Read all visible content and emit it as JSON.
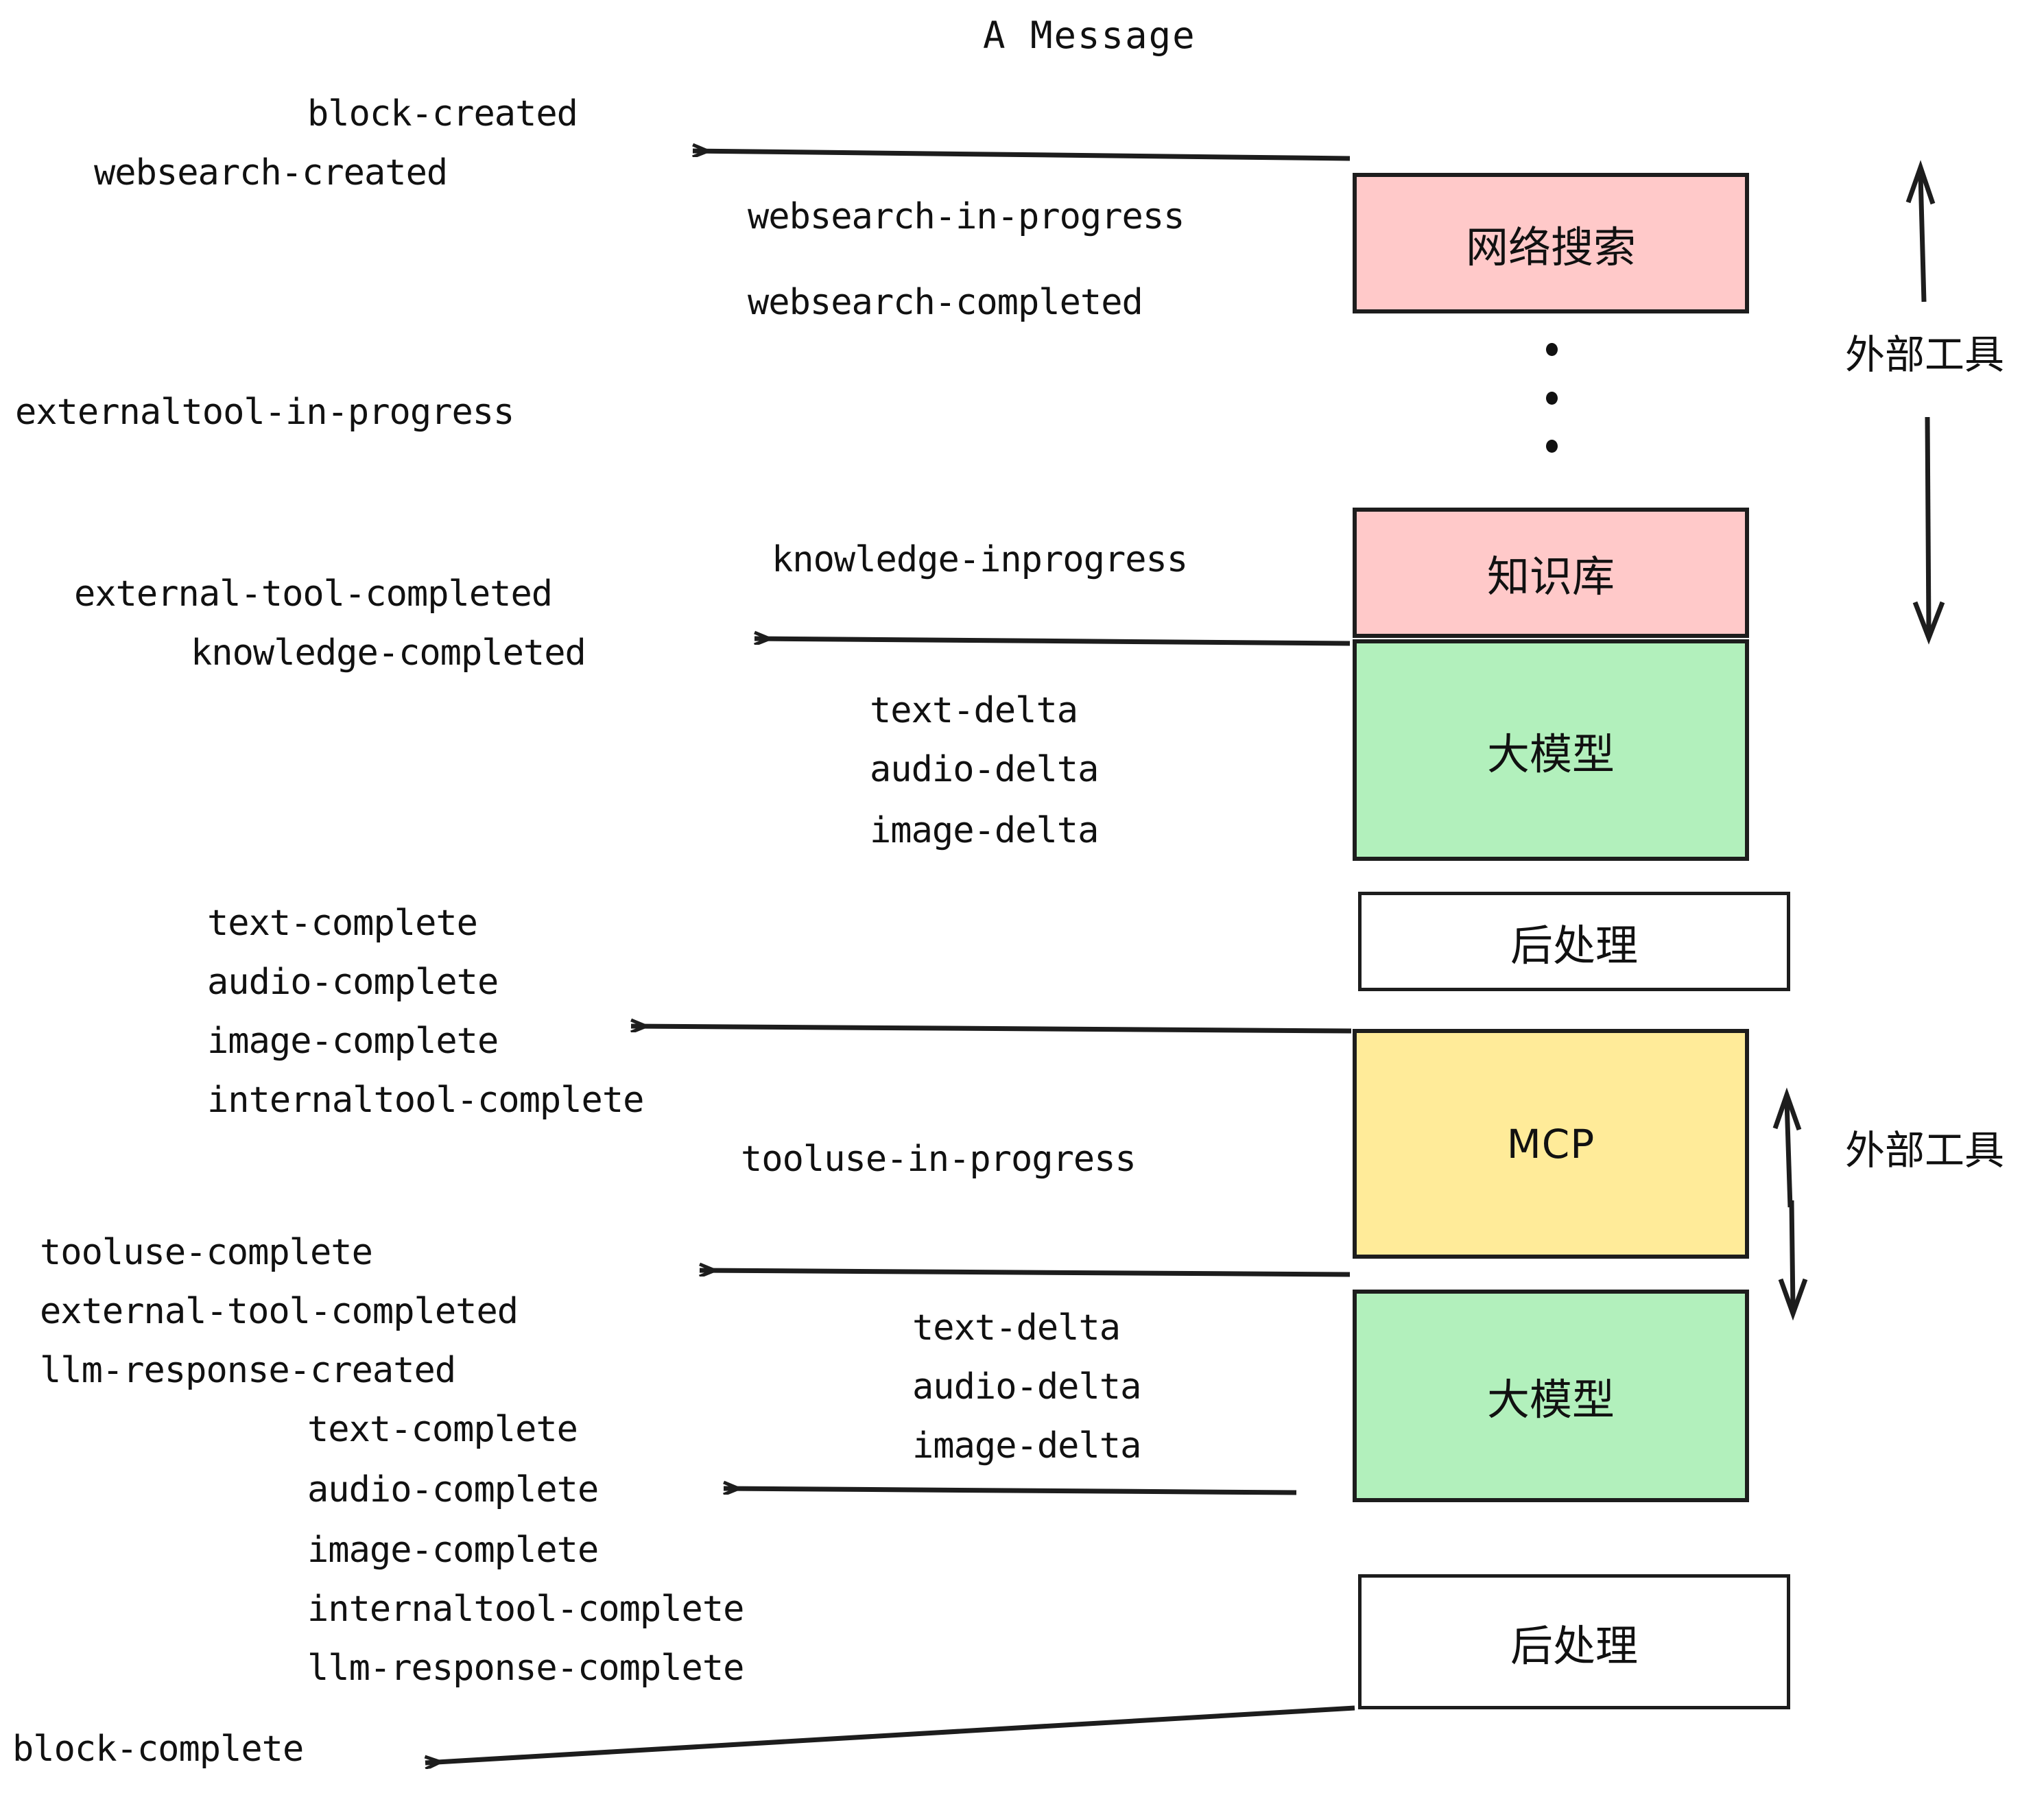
{
  "diagram": {
    "title": "A Message",
    "colors": {
      "pink": "#FFC9C9",
      "green": "#B2F0BC",
      "yellow": "#FFEB99",
      "white": "#FFFFFF",
      "stroke": "#1D1D1D",
      "text": "#111111"
    },
    "boxes": [
      {
        "id": "websearch",
        "label": "网络搜索",
        "fill": "#FFC9C9"
      },
      {
        "id": "knowledge",
        "label": "知识库",
        "fill": "#FFC9C9"
      },
      {
        "id": "llm-1",
        "label": "大模型",
        "fill": "#B2F0BC"
      },
      {
        "id": "postprocess-1",
        "label": "后处理",
        "fill": "#FFFFFF"
      },
      {
        "id": "mcp",
        "label": "MCP",
        "fill": "#FFEB99"
      },
      {
        "id": "llm-2",
        "label": "大模型",
        "fill": "#B2F0BC"
      },
      {
        "id": "postprocess-2",
        "label": "后处理",
        "fill": "#FFFFFF"
      }
    ],
    "side_labels": [
      {
        "id": "external-tool-top",
        "label": "外部工具"
      },
      {
        "id": "external-tool-bottom",
        "label": "外部工具"
      }
    ],
    "events": [
      {
        "id": "block-created",
        "label": "block-created"
      },
      {
        "id": "websearch-created",
        "label": "websearch-created"
      },
      {
        "id": "websearch-in-progress",
        "label": "websearch-in-progress"
      },
      {
        "id": "websearch-completed",
        "label": "websearch-completed"
      },
      {
        "id": "externaltool-in-progress",
        "label": "externaltool-in-progress"
      },
      {
        "id": "knowledge-inprogress",
        "label": "knowledge-inprogress"
      },
      {
        "id": "external-tool-completed-1",
        "label": "external-tool-completed"
      },
      {
        "id": "knowledge-completed",
        "label": "knowledge-completed"
      },
      {
        "id": "text-delta-1",
        "label": "text-delta"
      },
      {
        "id": "audio-delta-1",
        "label": "audio-delta"
      },
      {
        "id": "image-delta-1",
        "label": "image-delta"
      },
      {
        "id": "text-complete-1",
        "label": "text-complete"
      },
      {
        "id": "audio-complete-1",
        "label": "audio-complete"
      },
      {
        "id": "image-complete-1",
        "label": "image-complete"
      },
      {
        "id": "internaltool-complete-1",
        "label": "internaltool-complete"
      },
      {
        "id": "tooluse-in-progress",
        "label": "tooluse-in-progress"
      },
      {
        "id": "tooluse-complete",
        "label": "tooluse-complete"
      },
      {
        "id": "external-tool-completed-2",
        "label": "external-tool-completed"
      },
      {
        "id": "llm-response-created",
        "label": "llm-response-created"
      },
      {
        "id": "text-complete-2",
        "label": "text-complete"
      },
      {
        "id": "audio-complete-2",
        "label": "audio-complete"
      },
      {
        "id": "image-complete-2",
        "label": "image-complete"
      },
      {
        "id": "internaltool-complete-2",
        "label": "internaltool-complete"
      },
      {
        "id": "llm-response-complete",
        "label": "llm-response-complete"
      },
      {
        "id": "block-complete",
        "label": "block-complete"
      },
      {
        "id": "text-delta-2",
        "label": "text-delta"
      },
      {
        "id": "audio-delta-2",
        "label": "audio-delta"
      },
      {
        "id": "image-delta-2",
        "label": "image-delta"
      }
    ]
  }
}
